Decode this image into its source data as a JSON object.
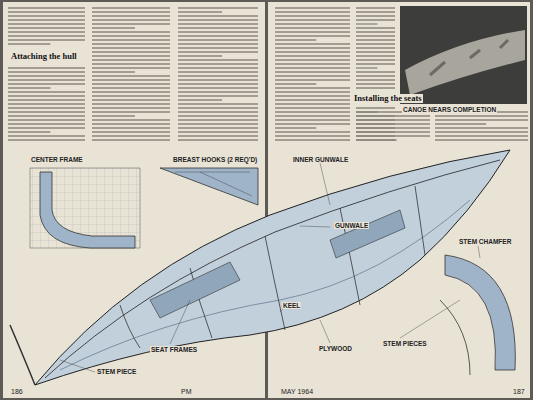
{
  "diagram": {
    "labels": [
      "Attaching the hull",
      "Installing the seats",
      "CENTER FRAME",
      "BREAST HOOKS (2 REQ'D)",
      "STEM PIECE",
      "SEAT FRAMES",
      "GUNWALE",
      "INNER GUNWALE",
      "KEEL",
      "PLYWOOD",
      "STEM PIECES",
      "STEM CHAMFER",
      "CANOE NEARS COMPLETION",
      "186",
      "PM",
      "MAY 1964",
      "187"
    ]
  }
}
